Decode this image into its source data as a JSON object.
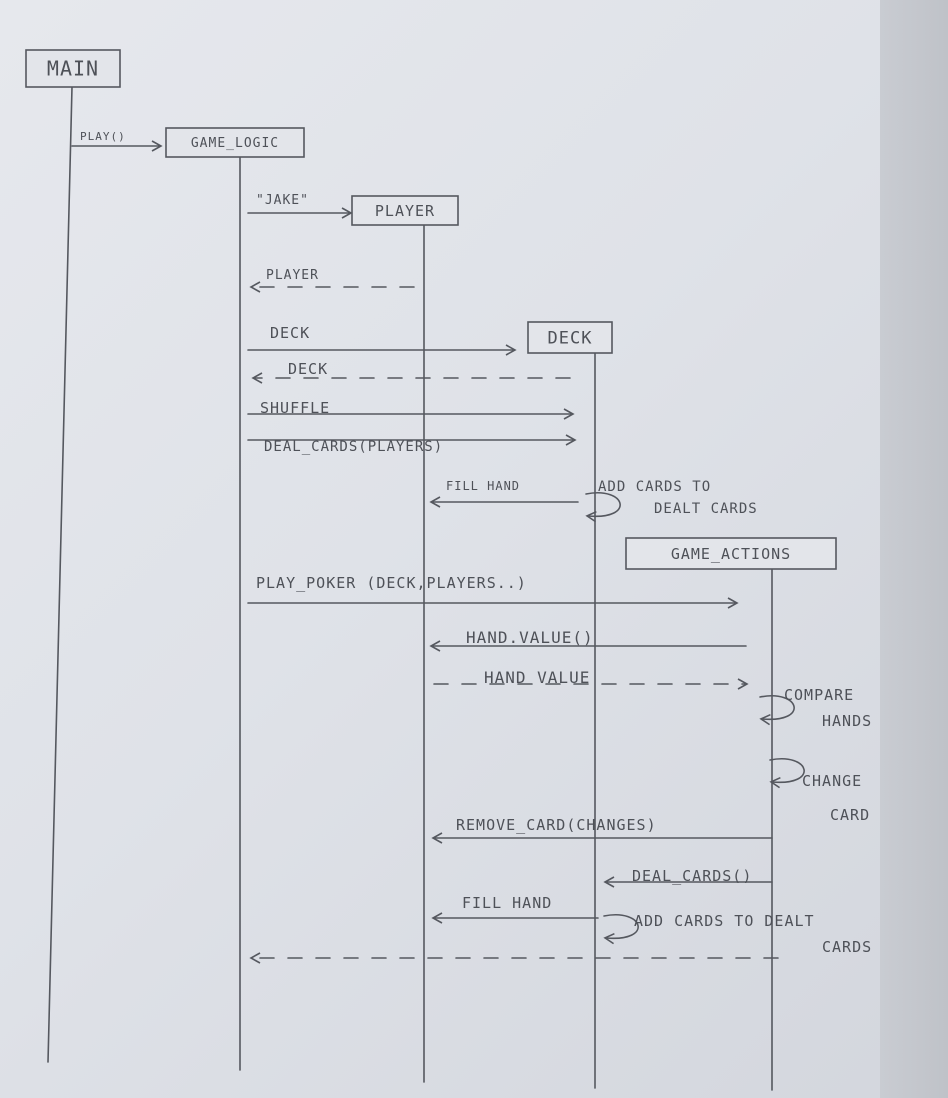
{
  "participants": [
    {
      "id": "main",
      "label": "MAIN"
    },
    {
      "id": "game_logic",
      "label": "GAME_LOGIC"
    },
    {
      "id": "player",
      "label": "PLAYER"
    },
    {
      "id": "deck",
      "label": "DECK"
    },
    {
      "id": "game_actions",
      "label": "GAME_ACTIONS"
    }
  ],
  "messages": [
    {
      "label": "PLAY()",
      "from": "main",
      "to": "game_logic",
      "style": "solid"
    },
    {
      "label": "\"JAKE\"",
      "from": "game_logic",
      "to": "player",
      "style": "solid"
    },
    {
      "label": "PLAYER",
      "from": "player",
      "to": "game_logic",
      "style": "dashed"
    },
    {
      "label": "DECK",
      "from": "game_logic",
      "to": "deck",
      "style": "solid"
    },
    {
      "label": "DECK",
      "from": "deck",
      "to": "game_logic",
      "style": "dashed"
    },
    {
      "label": "SHUFFLE",
      "from": "game_logic",
      "to": "deck",
      "style": "solid"
    },
    {
      "label": "DEAL_CARDS(PLAYERS)",
      "from": "game_logic",
      "to": "deck",
      "style": "solid"
    },
    {
      "label": "FILL HAND",
      "from": "deck",
      "to": "player",
      "style": "solid"
    },
    {
      "label": "ADD CARDS TO DEALT CARDS",
      "from": "deck",
      "to": "deck",
      "style": "self"
    },
    {
      "label": "PLAY_POKER (DECK,PLAYERS..)",
      "from": "game_logic",
      "to": "game_actions",
      "style": "solid"
    },
    {
      "label": "HAND.VALUE()",
      "from": "game_actions",
      "to": "player",
      "style": "solid"
    },
    {
      "label": "HAND VALUE",
      "from": "player",
      "to": "game_actions",
      "style": "dashed"
    },
    {
      "label": "COMPARE HANDS",
      "from": "game_actions",
      "to": "game_actions",
      "style": "self"
    },
    {
      "label": "CHANGE CARD",
      "from": "game_actions",
      "to": "game_actions",
      "style": "self"
    },
    {
      "label": "REMOVE_CARD(CHANGES)",
      "from": "game_actions",
      "to": "player",
      "style": "solid"
    },
    {
      "label": "DEAL_CARDS()",
      "from": "game_actions",
      "to": "deck",
      "style": "solid"
    },
    {
      "label": "FILL HAND",
      "from": "deck",
      "to": "player",
      "style": "solid"
    },
    {
      "label": "ADD CARDS TO DEALT CARDS",
      "from": "deck",
      "to": "deck",
      "style": "self"
    },
    {
      "label": "",
      "from": "game_actions",
      "to": "game_logic",
      "style": "dashed"
    }
  ]
}
